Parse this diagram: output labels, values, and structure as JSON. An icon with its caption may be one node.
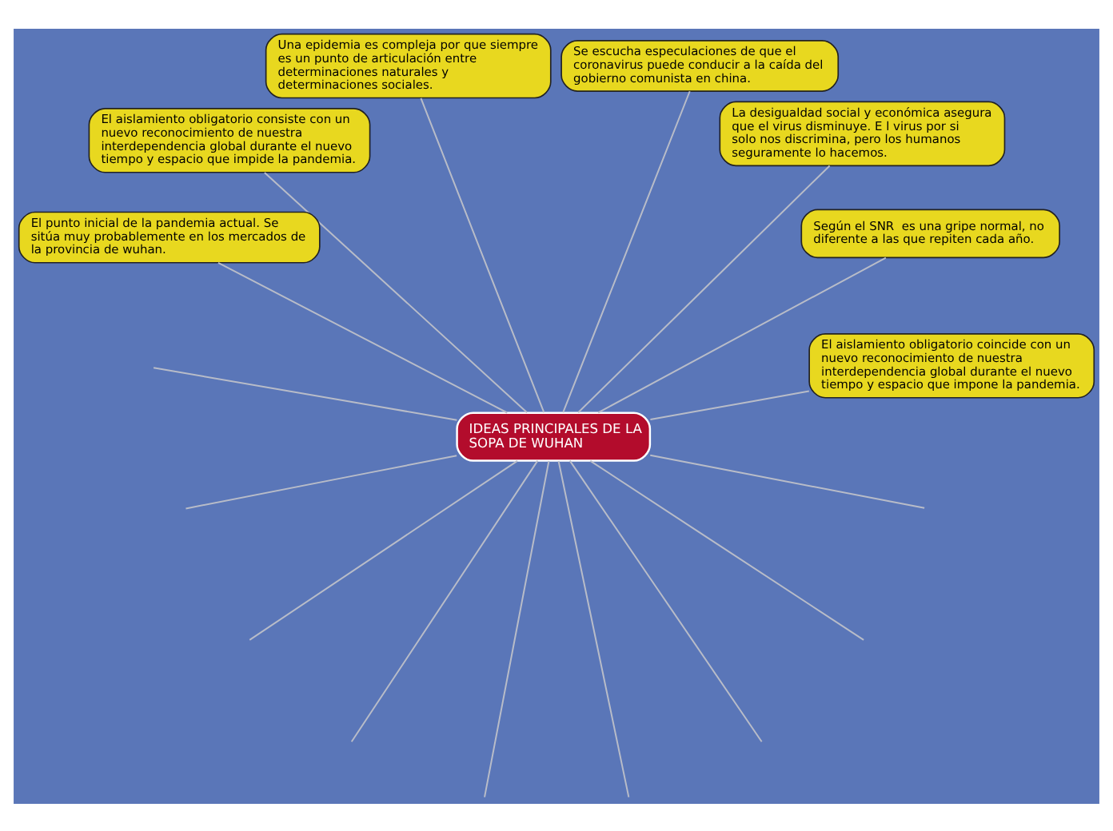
{
  "diagram": {
    "nodes": [
      {
        "text": [
          "IDEAS PRINCIPALES DE LA SOPA DE WUHAN"
        ]
      },
      {
        "text": [
          "El aislamiento obligatorio coincide con un nuevo reconocimiento de nuestra interdependencia global durante el nuevo tiempo y espacio que impone la pandemia."
        ]
      },
      {
        "text": [
          "Según el SNR  es una gripe normal, no diferente a las que repiten cada año."
        ]
      },
      {
        "text": [
          "La desigualdad social y económica asegura que el virus disminuye. E l virus por si solo nos discrimina, pero los humanos seguramente lo hacemos."
        ]
      },
      {
        "text": [
          "Se escucha especulaciones de que el coronavirus puede conducir a la caída del gobierno comunista en china."
        ]
      },
      {
        "text": [
          "Una epidemia es compleja por que siempre es un punto de articulación entre determinaciones naturales y determinaciones sociales."
        ]
      },
      {
        "text": [
          "El aislamiento obligatorio consiste con un nuevo reconocimiento de nuestra interdependencia global durante el nuevo tiempo y espacio que impide la pandemia."
        ]
      },
      {
        "text": [
          "El punto inicial de la pandemia actual. Se sitúa muy probablemente en los mercados de la provincia de wuhan."
        ]
      }
    ],
    "edges": [
      {
        "from": 0,
        "to": 1,
        "arrow": "none"
      },
      {
        "from": 0,
        "to": 2,
        "arrow": "none"
      },
      {
        "from": 0,
        "to": 3,
        "arrow": "none"
      },
      {
        "from": 0,
        "to": 4,
        "arrow": "none"
      },
      {
        "from": 0,
        "to": 5,
        "arrow": "none"
      },
      {
        "from": 0,
        "to": 6,
        "arrow": "none"
      },
      {
        "from": 0,
        "to": 7,
        "arrow": "none"
      },
      {
        "from": 0,
        "to": null,
        "arrow": "none"
      },
      {
        "from": 0,
        "to": null,
        "arrow": "none"
      },
      {
        "from": 0,
        "to": null,
        "arrow": "none"
      },
      {
        "from": 0,
        "to": null,
        "arrow": "none"
      },
      {
        "from": 0,
        "to": null,
        "arrow": "none"
      },
      {
        "from": 0,
        "to": null,
        "arrow": "none"
      },
      {
        "from": 0,
        "to": null,
        "arrow": "none"
      },
      {
        "from": 0,
        "to": null,
        "arrow": "none"
      },
      {
        "from": 0,
        "to": null,
        "arrow": "none"
      }
    ]
  }
}
